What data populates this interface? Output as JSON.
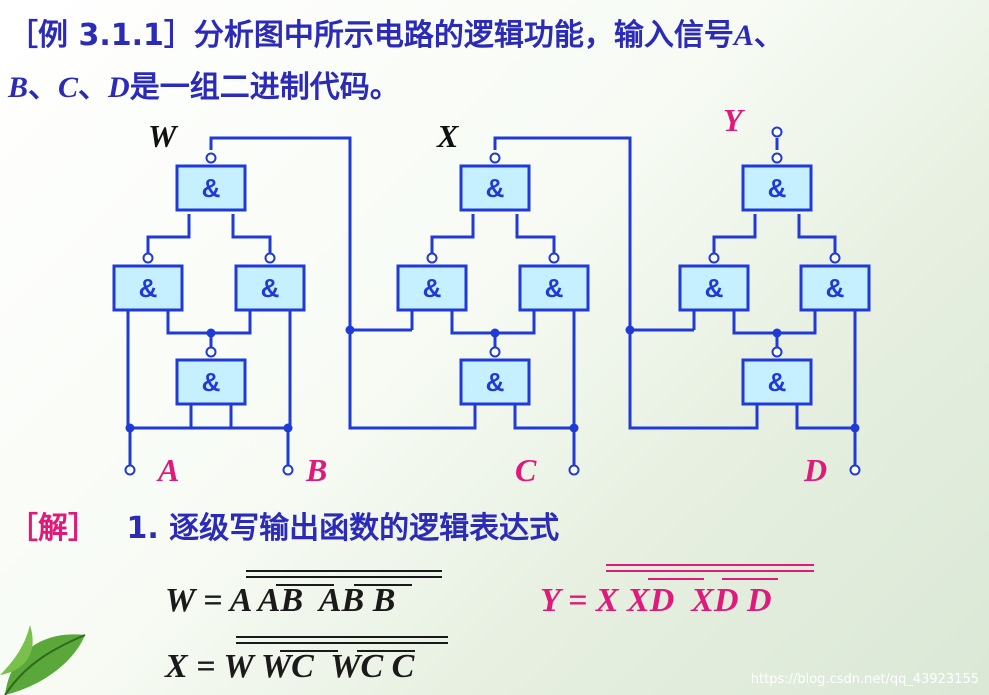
{
  "title": {
    "prefix": "［例 3.1.1］",
    "text1": "分析图中所示电路的逻辑功能，输入信号",
    "v_a": "A",
    "sep1": "、",
    "v_b": "B",
    "sep2": "、",
    "v_c": "C",
    "sep3": "、",
    "v_d": "D",
    "text2": "是一组二进制代码。"
  },
  "circuit": {
    "gate_symbol": "&",
    "out_w": "W",
    "out_x": "X",
    "out_y": "Y",
    "in_a": "A",
    "in_b": "B",
    "in_c": "C",
    "in_d": "D"
  },
  "solution": {
    "bracket": "［解］",
    "step": "1. 逐级写输出函数的逻辑表达式"
  },
  "equations": {
    "w": "W = A AB  AB B",
    "x": "X = W WC  WC C",
    "y": "Y = X XD  XD D"
  },
  "colors": {
    "wire": "#1f3ad6",
    "gate_fill": "#c6f0ff",
    "gate_stroke": "#1f3ad6",
    "title": "#2b2bb8",
    "accent": "#e01a7a"
  },
  "watermark": "https://blog.csdn.net/qq_43923155"
}
